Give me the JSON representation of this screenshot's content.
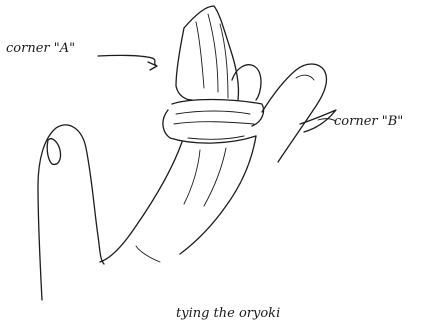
{
  "labels": {
    "corner_a": "corner \"A\"",
    "corner_b": "corner \"B\""
  },
  "caption": "tying the oryoki"
}
